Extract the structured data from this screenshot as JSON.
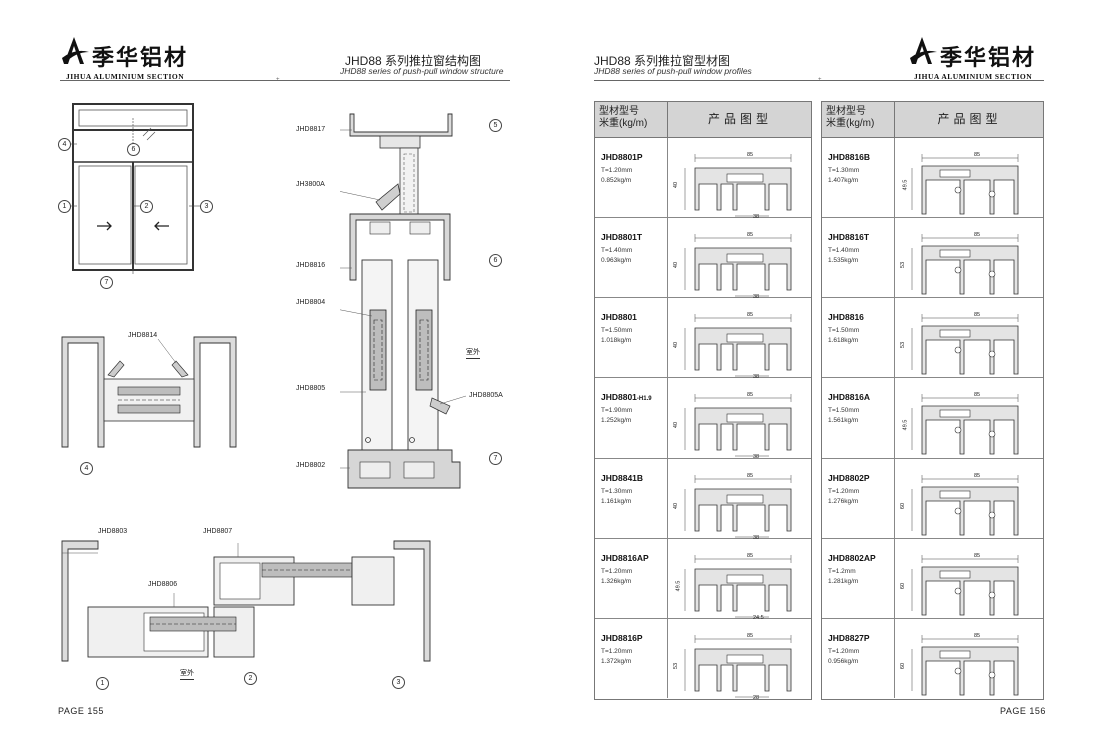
{
  "brand": {
    "name": "季华铝材",
    "sub": "JIHUA ALUMINIUM SECTION"
  },
  "left_page": {
    "title": "JHD88 系列推拉窗结构图",
    "subtitle": "JHD88 series of push-pull window structure",
    "page_number": "PAGE 155",
    "elevation_markers": [
      "4",
      "6",
      "1",
      "2",
      "3",
      "7"
    ],
    "section_a_labels": [
      "JHD8817",
      "JH3800A",
      "JHD8816",
      "JHD8804",
      "JHD8805",
      "JHD8805A",
      "JHD8802"
    ],
    "section_a_markers": [
      "5",
      "6",
      "7"
    ],
    "indoor_outdoor": "室外",
    "section_b_label": "JHD8814",
    "section_b_marker": "4",
    "section_c_labels": [
      "JHD8803",
      "JHD8807",
      "JHD8806"
    ],
    "section_c_markers": [
      "1",
      "2",
      "3"
    ]
  },
  "right_page": {
    "title": "JHD88 系列推拉窗型材图",
    "subtitle": "JHD88 series of push-pull window profiles",
    "page_number": "PAGE 156",
    "header_model": "型材型号",
    "header_weight": "米重(kg/m)",
    "header_profile": "产品图型",
    "left_table": [
      {
        "name": "JHD8801P",
        "t": "T=1.20mm",
        "w": "0.852kg/m",
        "dims": [
          "85",
          "40",
          "38"
        ]
      },
      {
        "name": "JHD8801T",
        "t": "T=1.40mm",
        "w": "0.963kg/m",
        "dims": [
          "85",
          "40",
          "38"
        ]
      },
      {
        "name": "JHD8801",
        "t": "T=1.50mm",
        "w": "1.018kg/m",
        "dims": [
          "85",
          "40",
          "38"
        ]
      },
      {
        "name": "JHD8801",
        "suffix": "-H1.9",
        "t": "T=1.90mm",
        "w": "1.252kg/m",
        "dims": [
          "85",
          "40",
          "38"
        ]
      },
      {
        "name": "JHD8841B",
        "t": "T=1.30mm",
        "w": "1.161kg/m",
        "dims": [
          "85",
          "40",
          "38"
        ]
      },
      {
        "name": "JHD8816AP",
        "t": "T=1.20mm",
        "w": "1.326kg/m",
        "dims": [
          "85",
          "49.5",
          "24.5"
        ]
      },
      {
        "name": "JHD8816P",
        "t": "T=1.20mm",
        "w": "1.372kg/m",
        "dims": [
          "85",
          "53",
          "28"
        ]
      }
    ],
    "right_table": [
      {
        "name": "JHD8816B",
        "t": "T=1.30mm",
        "w": "1.407kg/m",
        "dims": [
          "85",
          "49.5"
        ]
      },
      {
        "name": "JHD8816T",
        "t": "T=1.40mm",
        "w": "1.535kg/m",
        "dims": [
          "85",
          "53"
        ]
      },
      {
        "name": "JHD8816",
        "t": "T=1.50mm",
        "w": "1.618kg/m",
        "dims": [
          "85",
          "53"
        ]
      },
      {
        "name": "JHD8816A",
        "t": "T=1.50mm",
        "w": "1.561kg/m",
        "dims": [
          "85",
          "49.5"
        ]
      },
      {
        "name": "JHD8802P",
        "t": "T=1.20mm",
        "w": "1.276kg/m",
        "dims": [
          "85",
          "60"
        ]
      },
      {
        "name": "JHD8802AP",
        "t": "T=1.2mm",
        "w": "1.281kg/m",
        "dims": [
          "85",
          "60"
        ]
      },
      {
        "name": "JHD8827P",
        "t": "T=1.20mm",
        "w": "0.956kg/m",
        "dims": [
          "85",
          "60"
        ]
      }
    ]
  }
}
